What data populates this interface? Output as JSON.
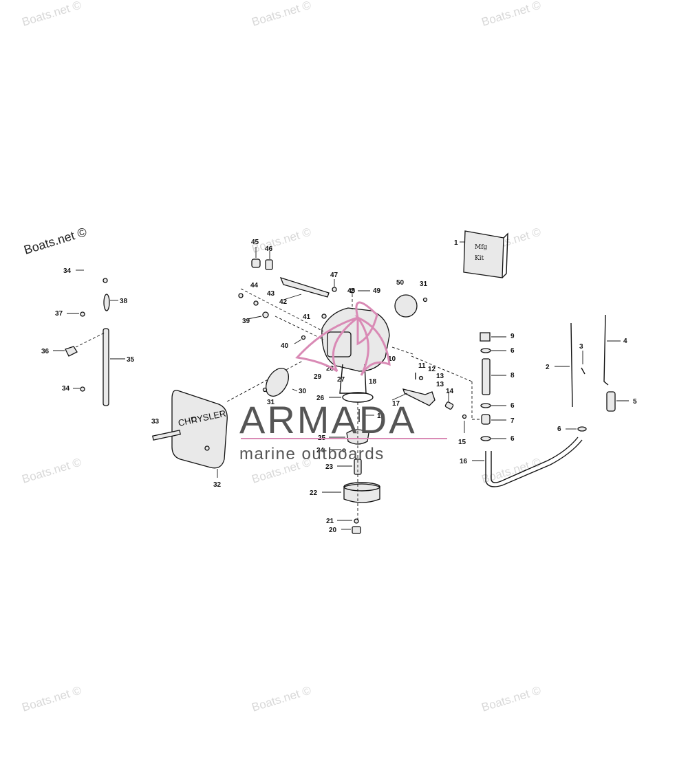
{
  "watermark": "Boats.net ©",
  "watermark_prominent": "Boats.net ©",
  "logo": {
    "name": "ARMADA",
    "tagline": "marine outboards",
    "accent": "#d98ab5"
  },
  "kit_label": {
    "line1": "Mfg",
    "line2": "Kit"
  },
  "cover_brand": "CHRYSLER",
  "callouts": {
    "c1": "1",
    "c2": "2",
    "c3": "3",
    "c4": "4",
    "c5": "5",
    "c6a": "6",
    "c6b": "6",
    "c6c": "6",
    "c6d": "6",
    "c7": "7",
    "c8": "8",
    "c9": "9",
    "c10": "10",
    "c11": "11",
    "c12": "12",
    "c13a": "13",
    "c13b": "13",
    "c14": "14",
    "c15": "15",
    "c16": "16",
    "c17": "17",
    "c18": "18",
    "c19": "19",
    "c20": "20",
    "c21": "21",
    "c22": "22",
    "c23": "23",
    "c24": "24",
    "c25": "25",
    "c26": "26",
    "c27": "27",
    "c28": "28",
    "c29": "29",
    "c30": "30",
    "c31a": "31",
    "c31b": "31",
    "c32": "32",
    "c33": "33",
    "c34a": "34",
    "c34b": "34",
    "c35": "35",
    "c36": "36",
    "c37": "37",
    "c38": "38",
    "c39": "39",
    "c40": "40",
    "c41": "41",
    "c42": "42",
    "c43": "43",
    "c44": "44",
    "c45": "45",
    "c46": "46",
    "c47": "47",
    "c48": "48",
    "c49": "49",
    "c50": "50"
  }
}
